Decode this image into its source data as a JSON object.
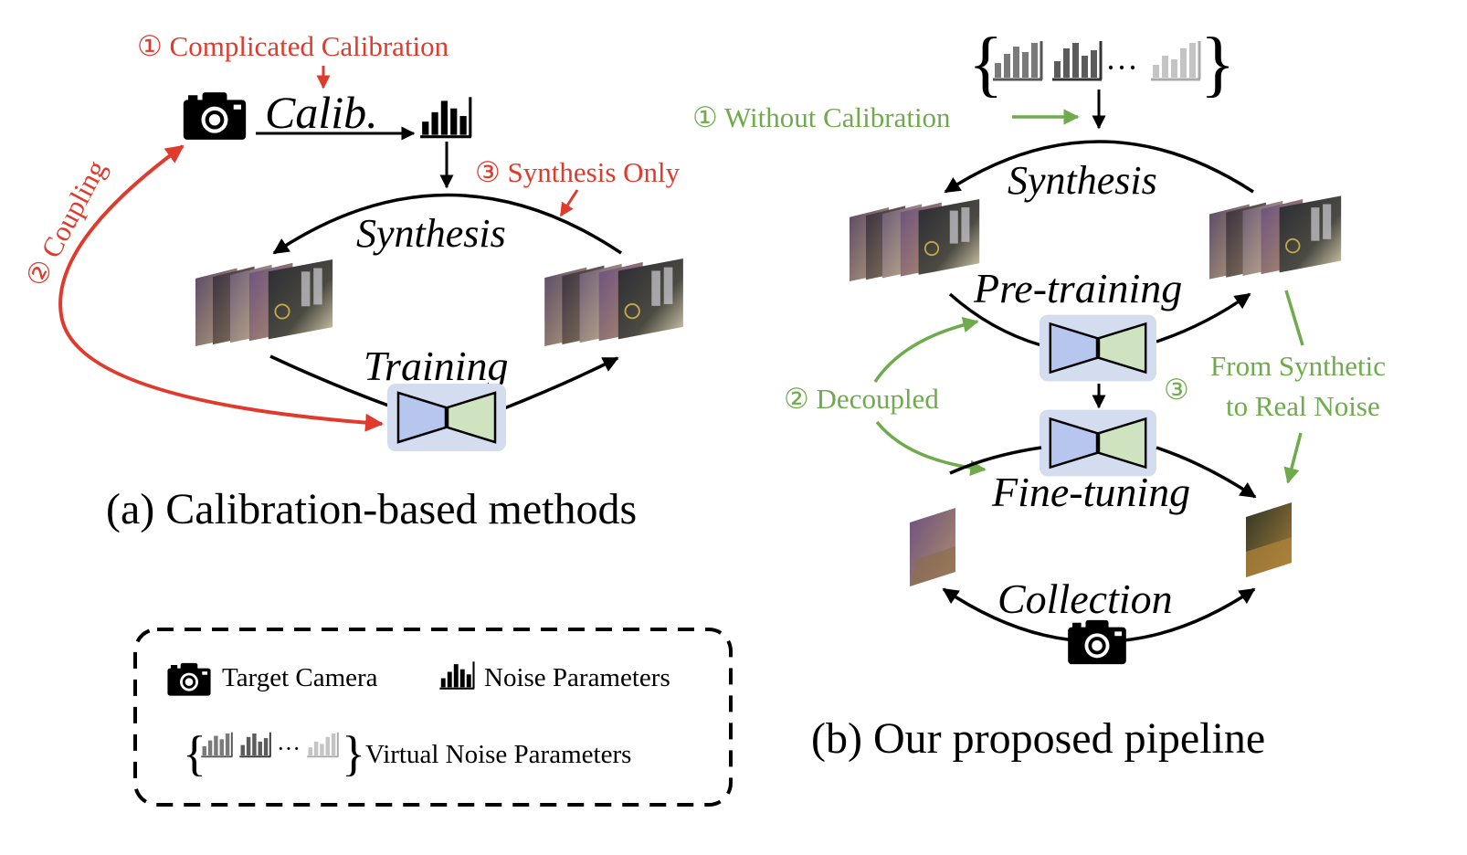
{
  "colors": {
    "red": "#e03a2c",
    "green": "#6fab4c",
    "encoder_blue": "#b7c6ef",
    "decoder_green": "#cfe3c0",
    "network_bg": "#d4dcef"
  },
  "icons": [
    "camera-icon",
    "histogram-icon",
    "virtual-histogram-set-icon",
    "network-icon",
    "image-stack-icon"
  ],
  "panel_a": {
    "step1": "① Complicated Calibration",
    "calib": "Calib.",
    "step3": "③ Synthesis Only",
    "synthesis": "Synthesis",
    "step2": "② Coupling",
    "training": "Training",
    "caption": "(a) Calibration-based methods"
  },
  "panel_b": {
    "step1": "① Without Calibration",
    "synthesis": "Synthesis",
    "pretraining": "Pre-training",
    "step2": "② Decoupled",
    "step3_num": "③",
    "step3_line1": "From Synthetic",
    "step3_line2": "to Real Noise",
    "finetuning": "Fine-tuning",
    "collection": "Collection",
    "ellipsis": "···",
    "caption": "(b) Our proposed pipeline"
  },
  "legend": {
    "target_camera": "Target Camera",
    "noise_parameters": "Noise Parameters",
    "virtual_noise_parameters": "Virtual Noise Parameters",
    "ellipsis": "···"
  }
}
